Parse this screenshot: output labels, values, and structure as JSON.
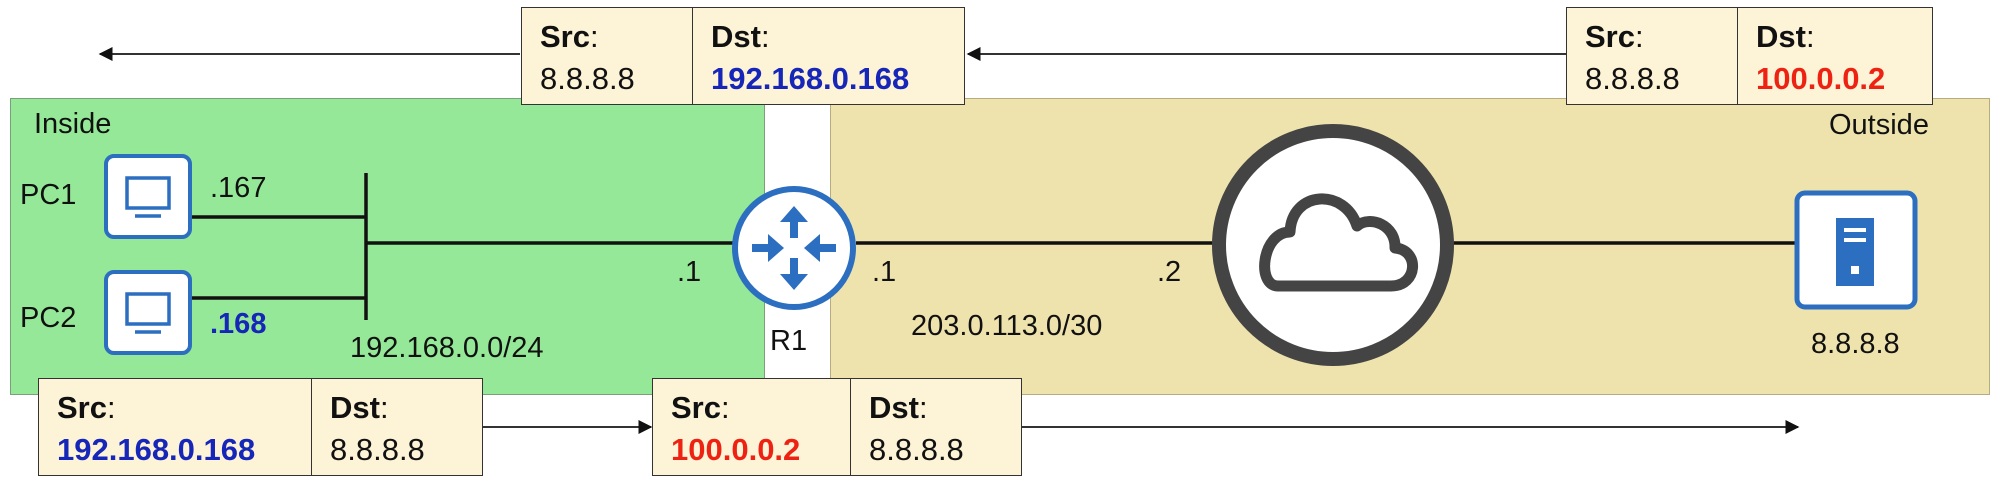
{
  "zones": {
    "inside_label": "Inside",
    "outside_label": "Outside"
  },
  "devices": {
    "pc1": {
      "name": "PC1",
      "host": ".167"
    },
    "pc2": {
      "name": "PC2",
      "host": ".168"
    },
    "router": {
      "name": "R1",
      "inside_if": ".1",
      "outside_if": ".1"
    },
    "isp_if": ".2",
    "server": {
      "ip": "8.8.8.8"
    }
  },
  "subnets": {
    "inside": "192.168.0.0/24",
    "outside": "203.0.113.0/30"
  },
  "packets": {
    "top_left": {
      "src_label": "Src",
      "src": "8.8.8.8",
      "dst_label": "Dst",
      "dst": "192.168.0.168"
    },
    "top_right": {
      "src_label": "Src",
      "src": "8.8.8.8",
      "dst_label": "Dst",
      "dst": "100.0.0.2"
    },
    "bottom_left": {
      "src_label": "Src",
      "src": "192.168.0.168",
      "dst_label": "Dst",
      "dst": "8.8.8.8"
    },
    "bottom_right": {
      "src_label": "Src",
      "src": "100.0.0.2",
      "dst_label": "Dst",
      "dst": "8.8.8.8"
    }
  },
  "colors": {
    "inside": "#95e898",
    "outside": "#efe3ad",
    "private_ip": "#1626b8",
    "public_ip": "#ee2212",
    "device_blue": "#2c6ec0"
  }
}
